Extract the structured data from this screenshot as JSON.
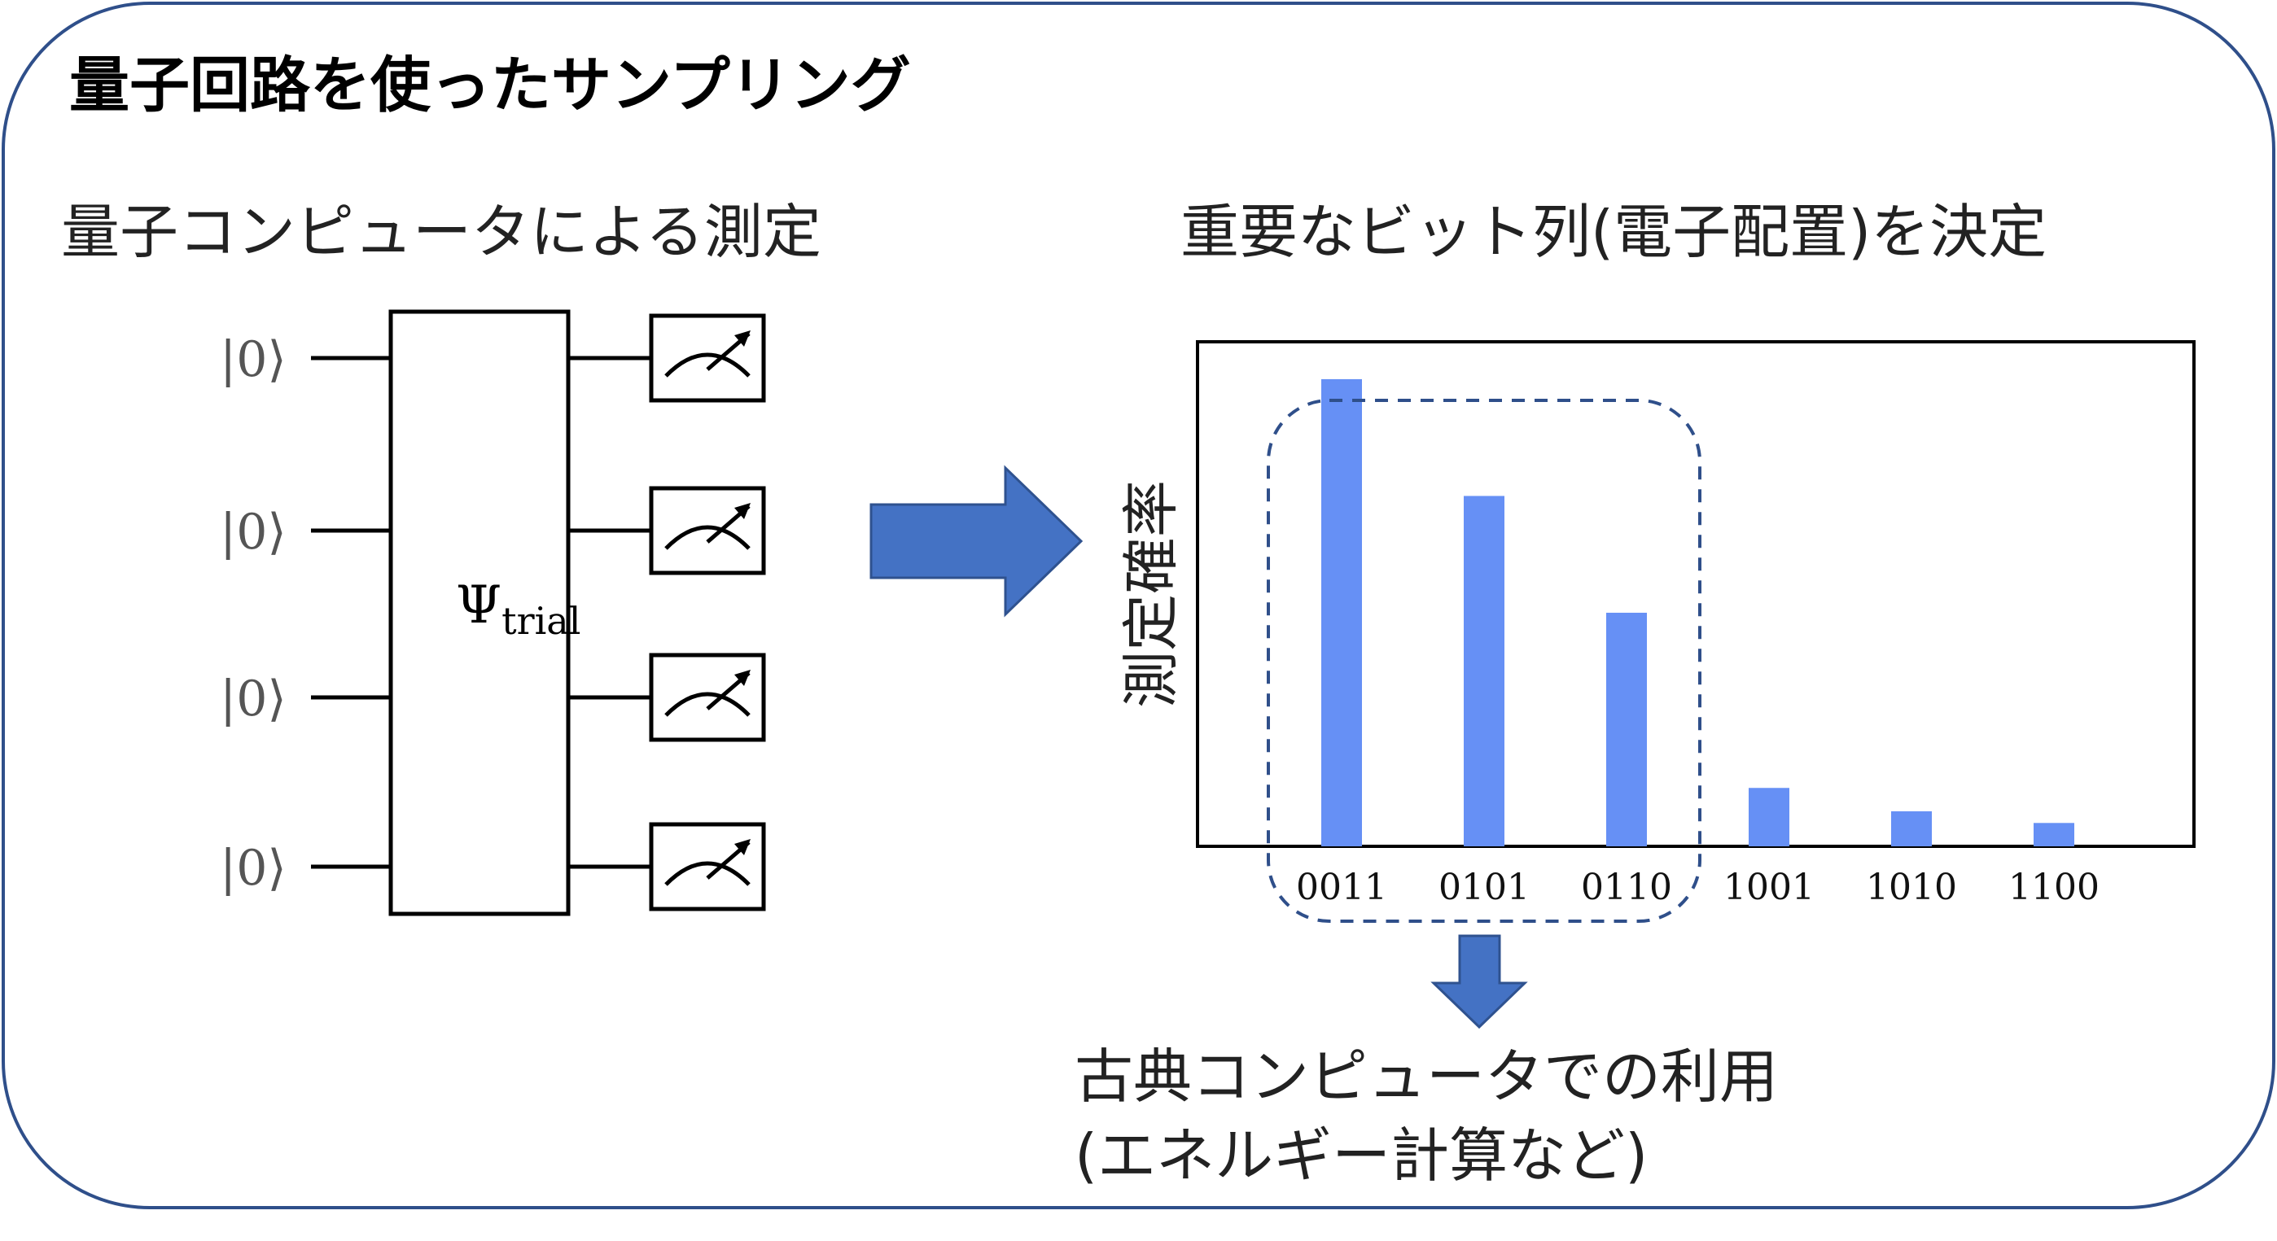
{
  "panel": {
    "title": "量子回路を使ったサンプリング",
    "border_color": "#2F4F8A"
  },
  "left_section": {
    "heading": "量子コンピュータによる測定",
    "qubits": [
      {
        "state": "|0⟩"
      },
      {
        "state": "|0⟩"
      },
      {
        "state": "|0⟩"
      },
      {
        "state": "|0⟩"
      }
    ],
    "gate": {
      "symbol": "Ψ",
      "subscript": "trial"
    },
    "meter_icon": "measurement-meter-icon"
  },
  "arrow": {
    "color": "#4472C4"
  },
  "right_section": {
    "heading": "重要なビット列(電子配置)を決定"
  },
  "chart_data": {
    "type": "bar",
    "ylabel": "測定確率",
    "xlabel": "",
    "categories": [
      "0011",
      "0101",
      "0110",
      "1001",
      "1010",
      "1100"
    ],
    "values": [
      1.0,
      0.75,
      0.5,
      0.125,
      0.075,
      0.05
    ],
    "ylim": [
      0,
      1.08
    ],
    "grid": false,
    "bar_color": "#6690F5",
    "highlight": {
      "categories": [
        "0011",
        "0101",
        "0110"
      ],
      "style": "dashed",
      "color": "#2F4F8A"
    }
  },
  "bottom_text": {
    "line1": "古典コンピュータでの利用",
    "line2": "(エネルギー計算など)"
  }
}
